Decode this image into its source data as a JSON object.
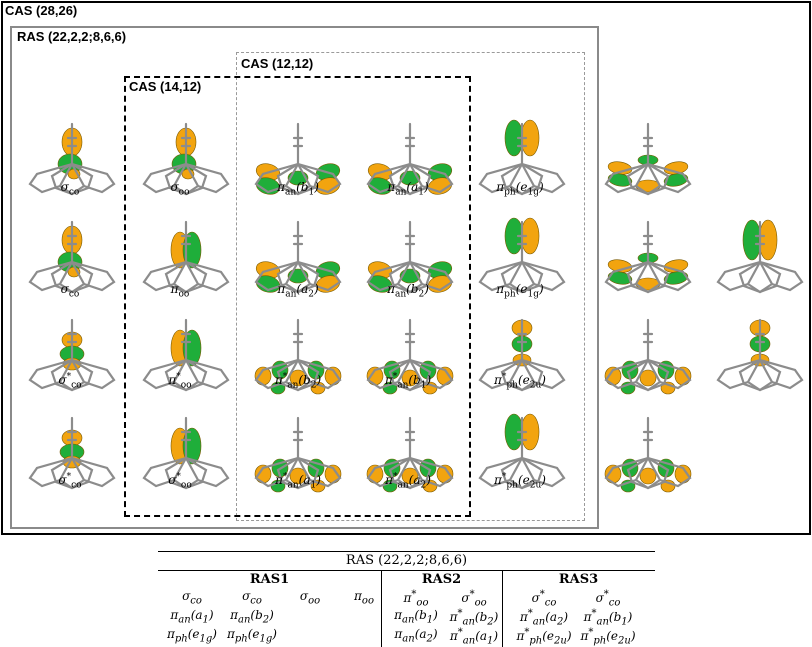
{
  "boxes": {
    "outer": "CAS (28,26)",
    "ras": "RAS (22,2,2;8,6,6)",
    "cas14": "CAS (14,12)",
    "cas12": "CAS (12,12)"
  },
  "colors": {
    "lobe_a": "#f2a40f",
    "lobe_b": "#1fae3a",
    "frame": "#8c8c8c"
  },
  "orbitals": {
    "r0": [
      "σco",
      "σoo",
      "πan(b1)",
      "πan(a1)",
      "πph(e1g)"
    ],
    "r1": [
      "σco",
      "πoo",
      "πan(a2)",
      "πan(b2)",
      "πph(e1g)"
    ],
    "r2": [
      "σ*co",
      "π*oo",
      "π*an(b2)",
      "π*an(b1)",
      "π*ph(e2u)"
    ],
    "r3": [
      "σ*co",
      "σ*oo",
      "π*an(a1)",
      "π*an(a2)",
      "π*ph(e2u)"
    ]
  },
  "table": {
    "title": "RAS (22,2,2;8,6,6)",
    "headers": [
      "RAS1",
      "RAS2",
      "RAS3"
    ],
    "ras1": [
      [
        "σco",
        "σco",
        "σoo",
        "πoo"
      ],
      [
        "πan(a1)",
        "πan(b2)"
      ],
      [
        "πph(e1g)",
        "πph(e1g)"
      ]
    ],
    "ras2": [
      [
        "π*oo",
        "σ*oo"
      ],
      [
        "πan(b1)",
        "π*an(b2)"
      ],
      [
        "πan(a2)",
        "π*an(a1)"
      ]
    ],
    "ras3": [
      [
        "σ*co",
        "σ*co"
      ],
      [
        "π*an(a2)",
        "π*an(b1)"
      ],
      [
        "π*ph(e2u)",
        "π*ph(e2u)"
      ]
    ]
  }
}
